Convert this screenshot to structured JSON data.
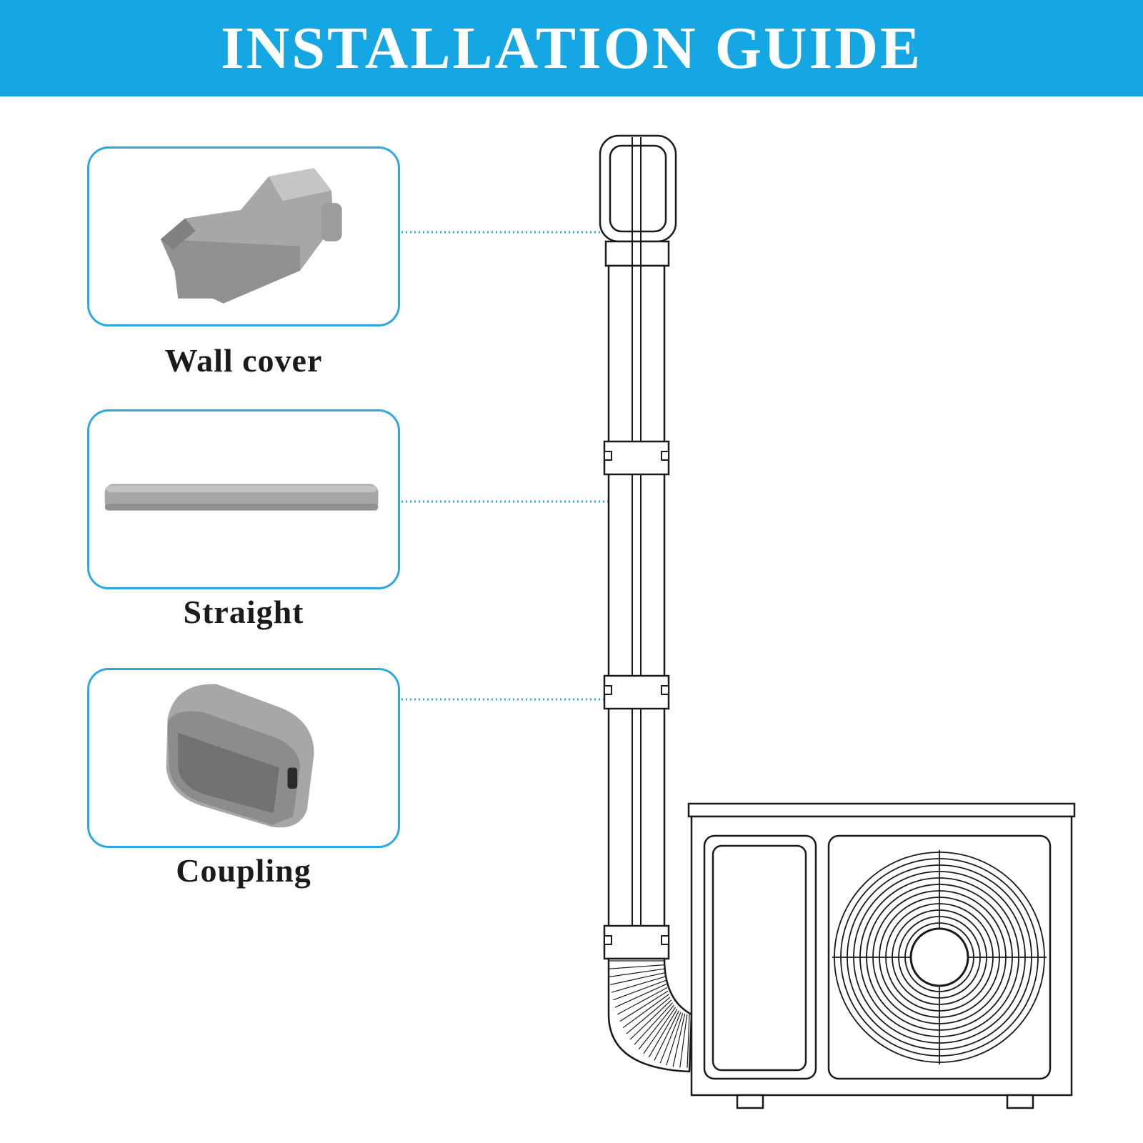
{
  "header": {
    "title": "INSTALLATION GUIDE"
  },
  "parts": [
    {
      "label": "Wall cover",
      "icon": "wall-cover-icon"
    },
    {
      "label": "Straight",
      "icon": "straight-duct-icon"
    },
    {
      "label": "Coupling",
      "icon": "coupling-icon"
    }
  ],
  "colors": {
    "banner": "#14a7e4",
    "card_border": "#2aa8df",
    "leader_line": "#2aa8df",
    "part_gray": "#a5a7a9"
  }
}
